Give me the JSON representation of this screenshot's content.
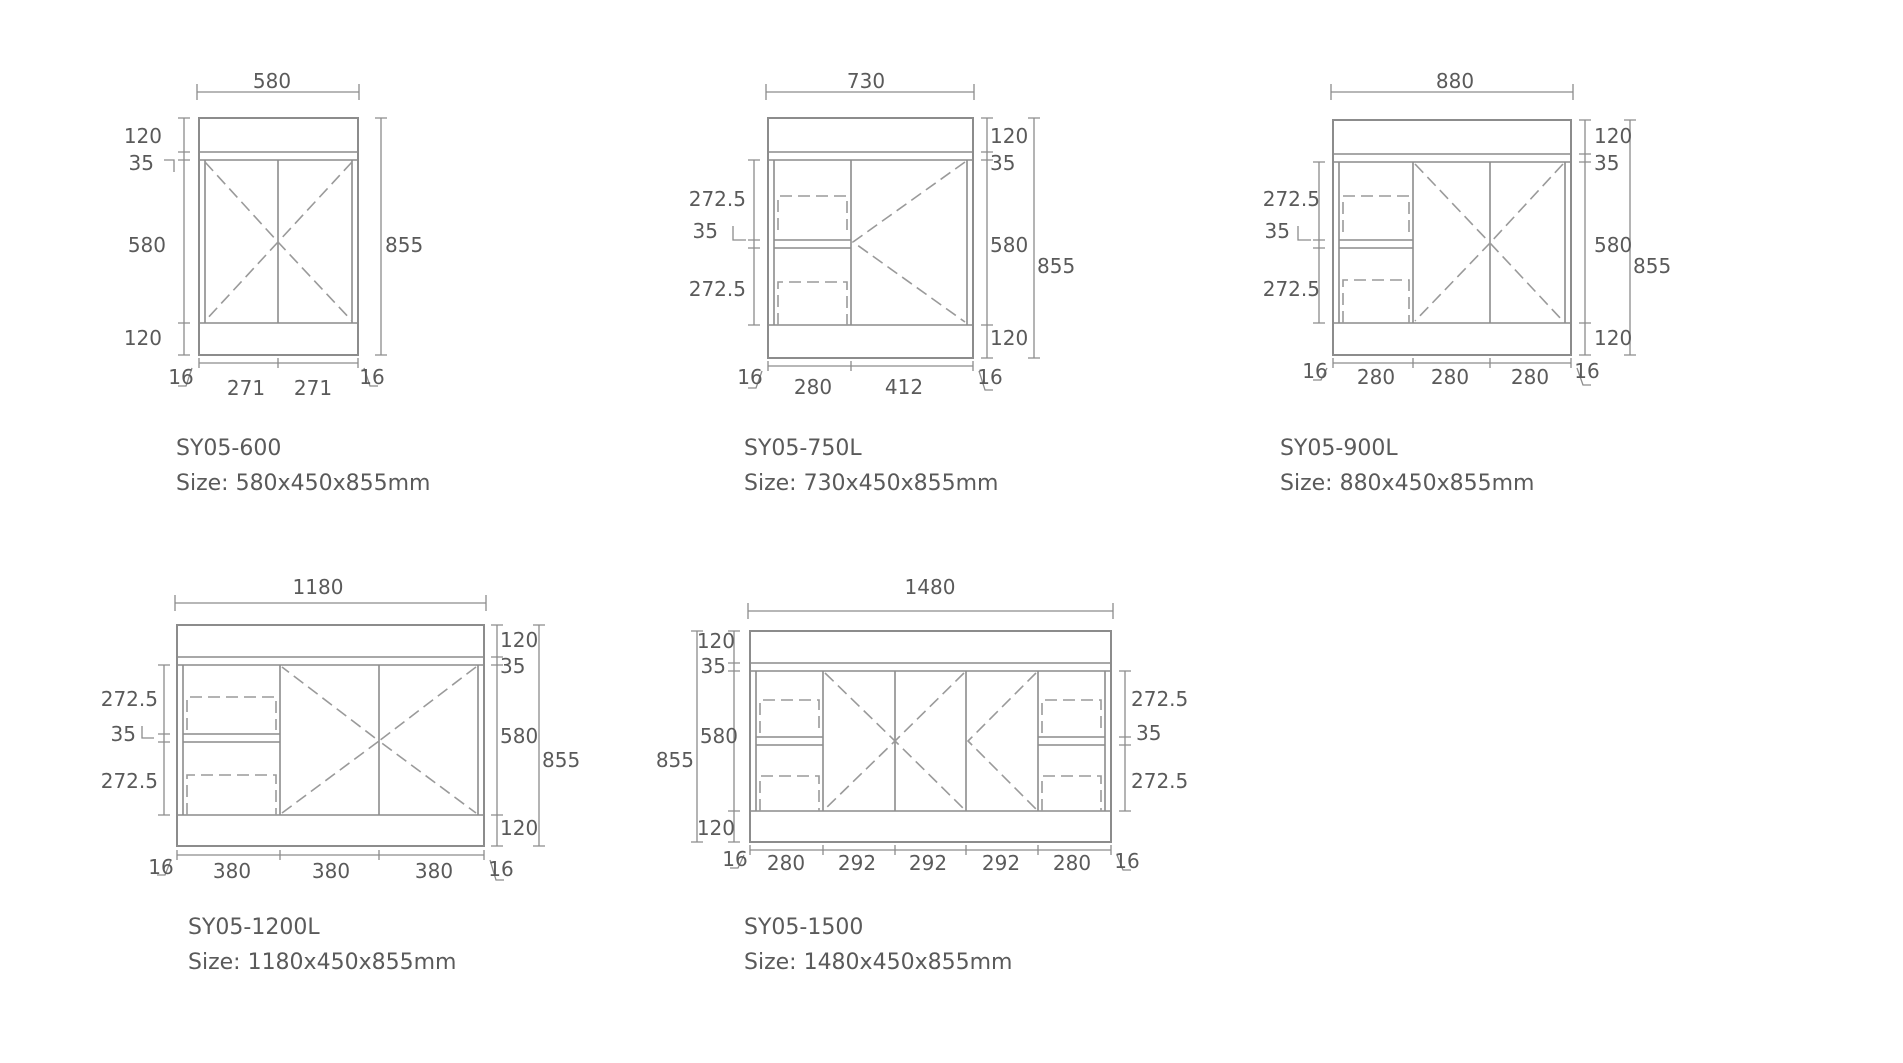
{
  "units": [
    {
      "model": "SY05-600",
      "size": "Size: 580x450x855mm",
      "labels": {
        "top_width": "580",
        "left": [
          "120",
          "35",
          "580",
          "120"
        ],
        "right": [
          "855"
        ],
        "bottom": [
          "16",
          "271",
          "271",
          "16"
        ]
      }
    },
    {
      "model": "SY05-750L",
      "size": "Size: 730x450x855mm",
      "labels": {
        "top_width": "730",
        "left": [
          "272.5",
          "35",
          "272.5"
        ],
        "right": [
          "120",
          "35",
          "580",
          "120",
          "855"
        ],
        "bottom": [
          "16",
          "280",
          "412",
          "16"
        ]
      }
    },
    {
      "model": "SY05-900L",
      "size": "Size: 880x450x855mm",
      "labels": {
        "top_width": "880",
        "left": [
          "272.5",
          "35",
          "272.5"
        ],
        "right": [
          "120",
          "35",
          "580",
          "120",
          "855"
        ],
        "bottom": [
          "16",
          "280",
          "280",
          "280",
          "16"
        ]
      }
    },
    {
      "model": "SY05-1200L",
      "size": "Size: 1180x450x855mm",
      "labels": {
        "top_width": "1180",
        "left": [
          "272.5",
          "35",
          "272.5"
        ],
        "right": [
          "120",
          "35",
          "580",
          "120",
          "855"
        ],
        "bottom": [
          "16",
          "380",
          "380",
          "380",
          "16"
        ]
      }
    },
    {
      "model": "SY05-1500",
      "size": "Size: 1480x450x855mm",
      "labels": {
        "top_width": "1480",
        "left": [
          "120",
          "35",
          "580",
          "855",
          "120"
        ],
        "right": [
          "272.5",
          "35",
          "272.5"
        ],
        "bottom": [
          "16",
          "280",
          "292",
          "292",
          "292",
          "280",
          "16"
        ]
      }
    }
  ]
}
